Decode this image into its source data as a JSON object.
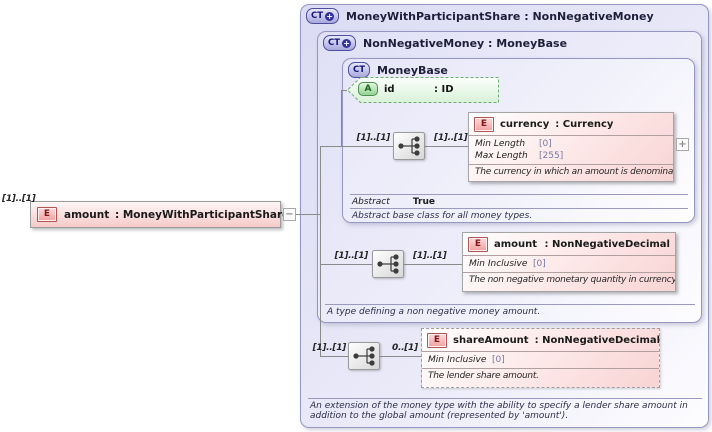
{
  "colors": {
    "complex_type_fill": "#e2e2f6",
    "complex_type_border": "#9696c2",
    "element_fill": "#fbdcdc",
    "element_badge_border": "#b25454",
    "attribute_fill": "#e6f6e6",
    "attribute_border": "#6cae6c",
    "connector_line": "#8a8a8a",
    "facet_value": "#7878a2"
  },
  "root": {
    "cardinality": "[1]..[1]",
    "badge": "E",
    "name": "amount",
    "type": ": MoneyWithParticipantShare",
    "collapse": "−"
  },
  "outer": {
    "badge": "CT",
    "plus": "+",
    "title": "MoneyWithParticipantShare : NonNegativeMoney",
    "annotation": "An extension of the money type with the ability to specify a lender share amount in addition to the global amount (represented by 'amount')."
  },
  "inner": {
    "badge": "CT",
    "plus": "+",
    "title": "NonNegativeMoney : MoneyBase",
    "annotation": "A type defining a non negative money amount."
  },
  "base": {
    "badge": "CT",
    "title": "MoneyBase",
    "abstract_label": "Abstract",
    "abstract_value": "True",
    "annotation": "Abstract base class for all money types."
  },
  "attribute": {
    "badge": "A",
    "name": "id",
    "type": ": ID"
  },
  "currency": {
    "badge": "E",
    "name": "currency",
    "type": ": Currency",
    "facets": [
      {
        "label": "Min Length",
        "value": "[0]"
      },
      {
        "label": "Max Length",
        "value": "[255]"
      }
    ],
    "description": "The currency in which an amount is denominated.",
    "expand": "+"
  },
  "amount": {
    "badge": "E",
    "name": "amount",
    "type": ": NonNegativeDecimal",
    "facets": [
      {
        "label": "Min Inclusive",
        "value": "[0]"
      }
    ],
    "description": "The non negative monetary quantity in currency units."
  },
  "share": {
    "badge": "E",
    "name": "shareAmount",
    "type": ": NonNegativeDecimal",
    "facets": [
      {
        "label": "Min Inclusive",
        "value": "[0]"
      }
    ],
    "description": "The lender share amount."
  },
  "cardinality": {
    "seq1_left": "[1]..[1]",
    "seq1_right": "[1]..[1]",
    "seq2_left": "[1]..[1]",
    "seq2_right": "[1]..[1]",
    "seq3_left": "[1]..[1]",
    "seq3_right": "0..[1]"
  }
}
